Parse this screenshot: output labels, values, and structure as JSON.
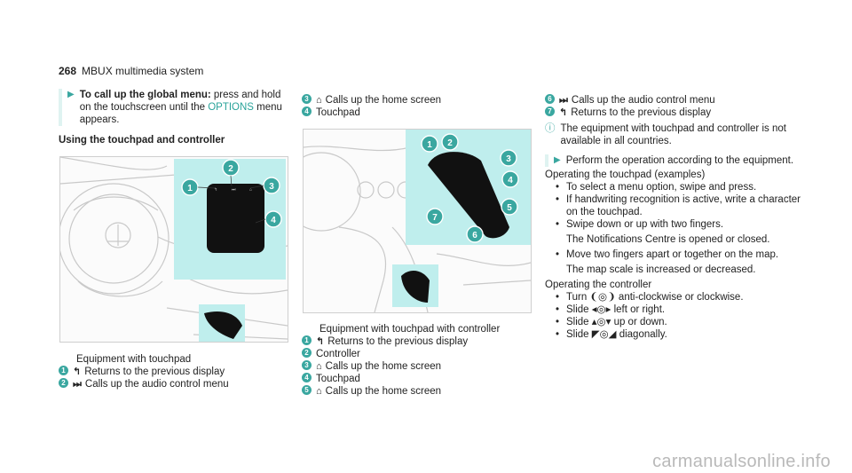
{
  "header": {
    "page_number": "268",
    "section": "MBUX multimedia system"
  },
  "col1": {
    "step_bold": "To call up the global menu:",
    "step_pre": " press and hold on the touchscreen until the ",
    "step_option": "OPTIONS",
    "step_post": " menu appears.",
    "subheading": "Using the touchpad and controller",
    "caption": "Equipment with touchpad",
    "items": [
      {
        "n": "1",
        "sym": "↰",
        "text": "Returns to the previous display"
      },
      {
        "n": "2",
        "sym": "⏭",
        "text": "Calls up the audio control menu"
      }
    ]
  },
  "col2": {
    "items_top": [
      {
        "n": "3",
        "sym": "⌂",
        "text": "Calls up the home screen"
      },
      {
        "n": "4",
        "sym": "",
        "text": "Touchpad"
      }
    ],
    "caption": "Equipment with touchpad with controller",
    "items": [
      {
        "n": "1",
        "sym": "↰",
        "text": "Returns to the previous display"
      },
      {
        "n": "2",
        "sym": "",
        "text": "Controller"
      },
      {
        "n": "3",
        "sym": "⌂",
        "text": "Calls up the home screen"
      },
      {
        "n": "4",
        "sym": "",
        "text": "Touchpad"
      },
      {
        "n": "5",
        "sym": "⌂",
        "text": "Calls up the home screen"
      }
    ]
  },
  "col3": {
    "items": [
      {
        "n": "6",
        "sym": "⏭",
        "text": "Calls up the audio control menu"
      },
      {
        "n": "7",
        "sym": "↰",
        "text": "Returns to the previous display"
      }
    ],
    "note": "The equipment with touchpad and controller is not available in all countries.",
    "step": "Perform the operation according to the equipment.",
    "touchpad_heading": "Operating the touchpad (examples)",
    "touchpad_bullets": [
      "To select a menu option, swipe and press.",
      "If handwriting recognition is active, write a character on the touchpad.",
      "Swipe down or up with two fingers."
    ],
    "swipe_result": "The Notifications Centre is opened or closed.",
    "spread_bullet": "Move two fingers apart or together on the map.",
    "spread_result": "The map scale is increased or decreased.",
    "controller_heading": "Operating the controller",
    "controller_bullets": [
      {
        "pre": "Turn ",
        "sym": "❨◎❩",
        "post": " anti-clockwise or clockwise."
      },
      {
        "pre": "Slide ",
        "sym": "◂◎▸",
        "post": " left or right."
      },
      {
        "pre": "Slide ",
        "sym": "▴◎▾",
        "post": " up or down."
      },
      {
        "pre": "Slide ",
        "sym": "◤◎◢",
        "post": " diagonally."
      }
    ]
  },
  "watermark": "carmanualsonline.info",
  "colors": {
    "accent": "#3aa7a0",
    "panel": "#bfeeed"
  }
}
